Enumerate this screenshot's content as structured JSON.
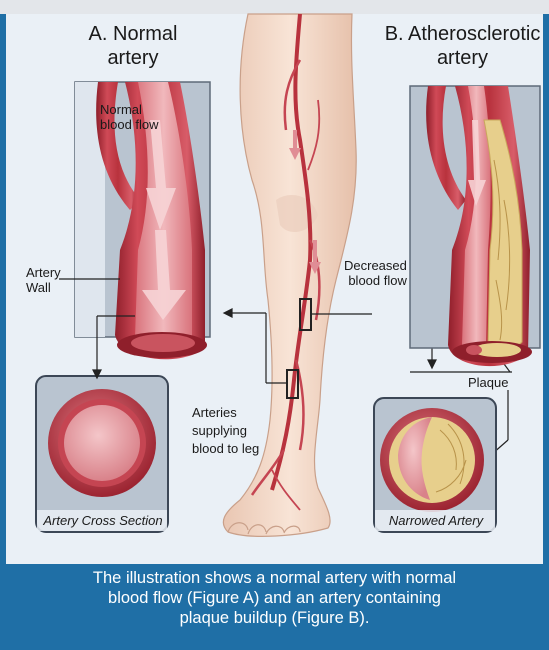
{
  "panel_a": {
    "title_line1": "A. Normal",
    "title_line2": "artery",
    "flow_label_line1": "Normal",
    "flow_label_line2": "blood flow",
    "wall_label_line1": "Artery",
    "wall_label_line2": "Wall",
    "cross_section_label": "Artery Cross Section"
  },
  "panel_b": {
    "title_line1": "B. Atherosclerotic",
    "title_line2": "artery",
    "flow_label_line1": "Decreased",
    "flow_label_line2": "blood flow",
    "plaque_label": "Plaque",
    "cross_section_label": "Narrowed Artery"
  },
  "leg": {
    "arteries_label_line1": "Arteries",
    "arteries_label_line2": "supplying",
    "arteries_label_line3": "blood to leg"
  },
  "caption": {
    "line1": "The illustration shows a normal artery with normal",
    "line2": "blood flow (Figure A) and an artery containing",
    "line3": "plaque buildup (Figure B)."
  },
  "colors": {
    "frame_blue": "#1f6fa6",
    "artery_red": "#b8323d",
    "plaque_yellow": "#e7cf8c",
    "skin": "#f3dccb"
  }
}
